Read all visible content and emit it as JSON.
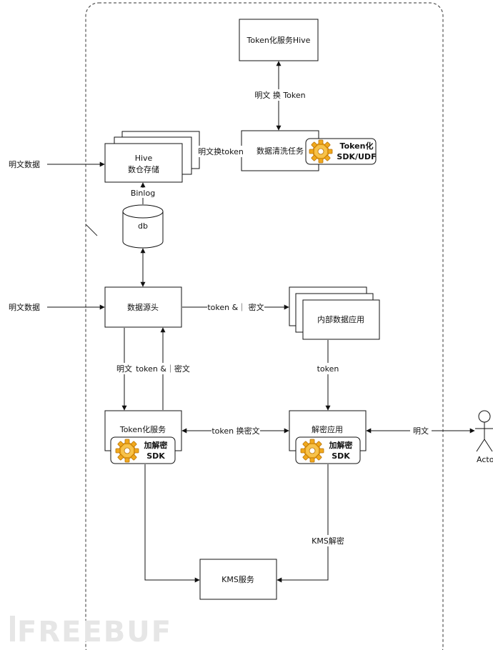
{
  "nodes": {
    "token_hive": "Token化服务Hive",
    "clean_task": "数据清洗任务",
    "clean_sdk_line1": "Token化",
    "clean_sdk_line2": "SDK/UDF",
    "hive_line1": "Hive",
    "hive_line2": "数仓存储",
    "db": "db",
    "source": "数据源头",
    "internal_app": "内部数据应用",
    "token_service": "Token化服务",
    "token_service_sdk_line1": "加解密",
    "token_service_sdk_line2": "SDK",
    "decrypt_app": "解密应用",
    "decrypt_sdk_line1": "加解密",
    "decrypt_sdk_line2": "SDK",
    "kms": "KMS服务",
    "actor": "Actor"
  },
  "labels": {
    "plain_for_token": "明文 换 Token",
    "plain_swap_token": "明文换token",
    "plain_data_1": "明文数据",
    "plain_data_2": "明文数据",
    "binlog": "Binlog",
    "token_cipher_right": "token &｜ 密文",
    "plain_down": "明文",
    "token_cipher_up": "token &｜密文",
    "token_down": "token",
    "token_swap_cipher": "token 换密文",
    "plain_actor": "明文",
    "kms_decrypt": "KMS解密"
  },
  "watermark": "FREEBUF"
}
